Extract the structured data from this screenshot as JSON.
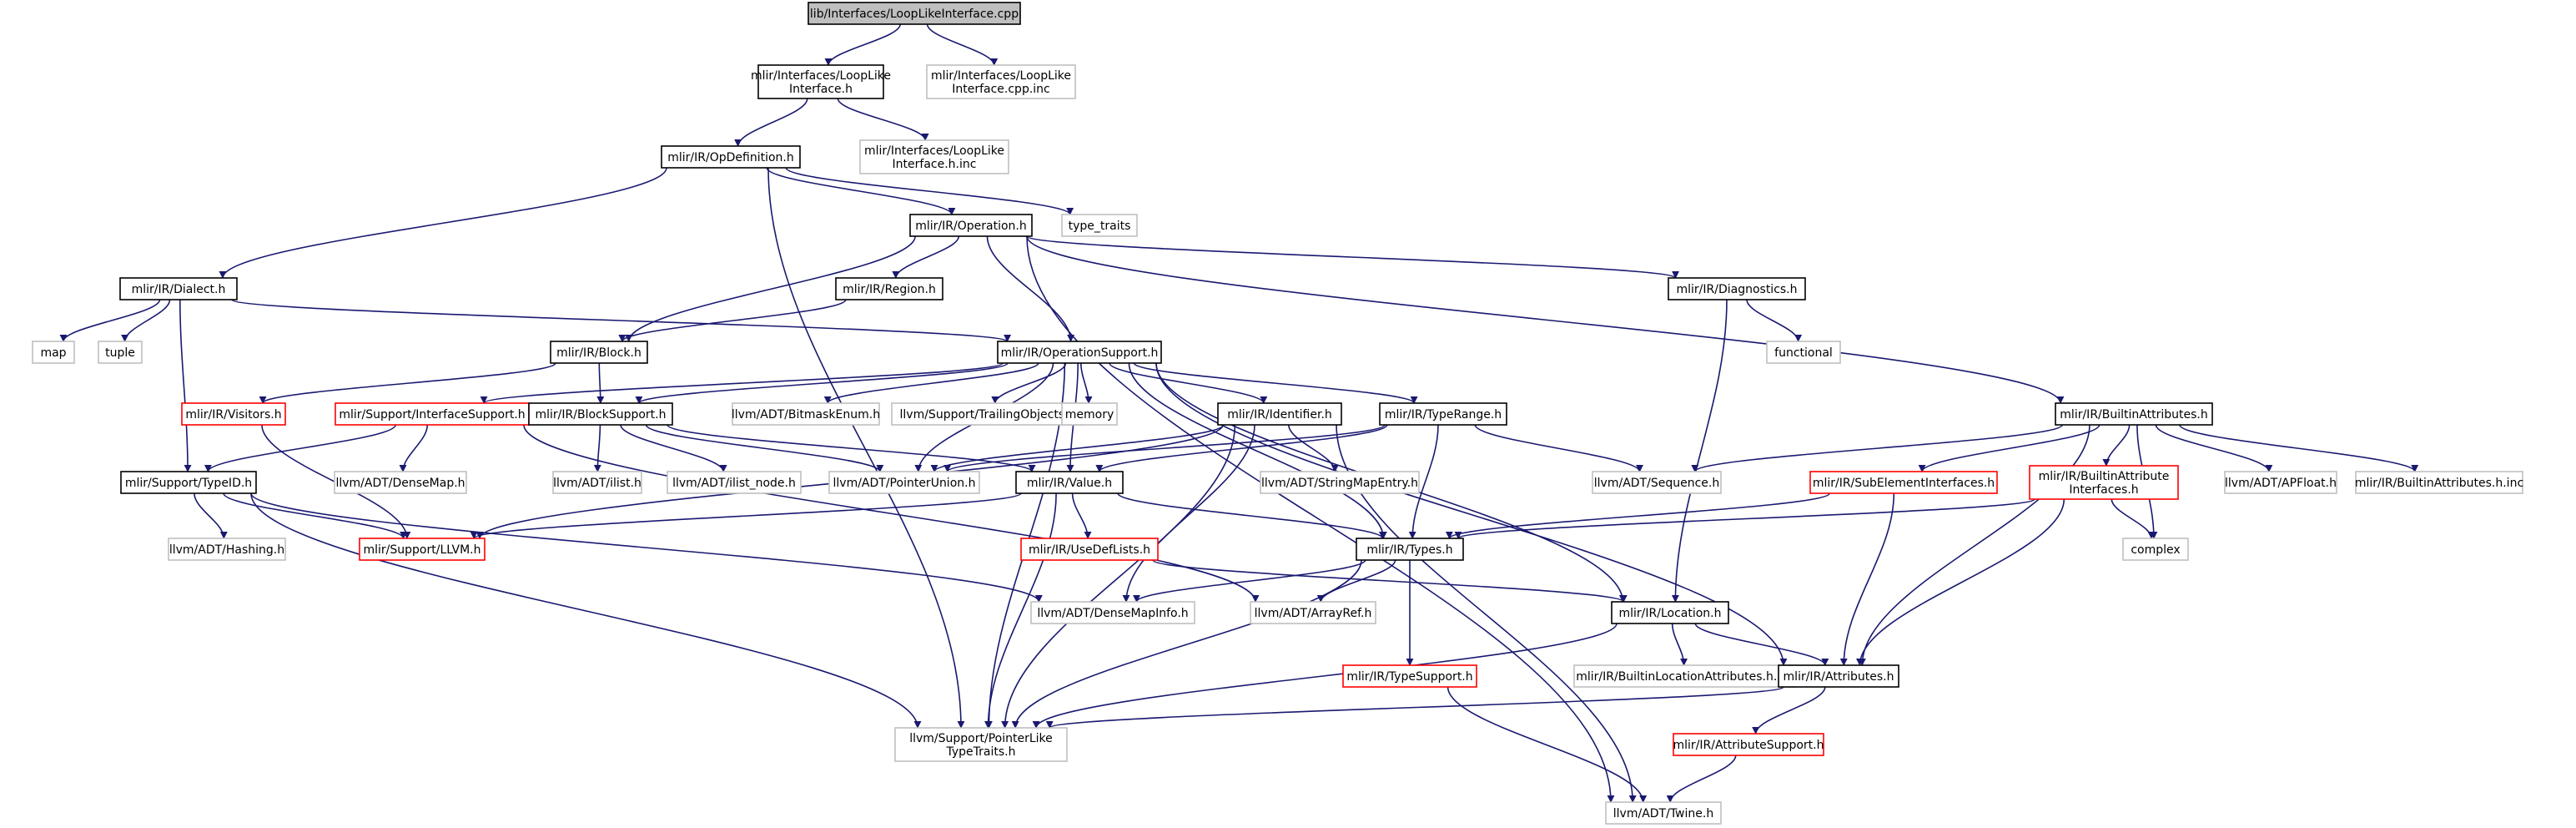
{
  "colors": {
    "edge": "#191970",
    "root_fill": "#bfbfbf",
    "documented_border": "#000000",
    "truncated_border": "#ff0000",
    "external_border": "#bfbfbf"
  },
  "nodes": [
    {
      "id": "n0",
      "label": [
        "lib/Interfaces/LoopLikeInterface.cpp"
      ],
      "kind": "root"
    },
    {
      "id": "n1",
      "label": [
        "mlir/Interfaces/LoopLike",
        "Interface.h"
      ],
      "kind": "doc"
    },
    {
      "id": "n2",
      "label": [
        "mlir/Interfaces/LoopLike",
        "Interface.cpp.inc"
      ],
      "kind": "ext"
    },
    {
      "id": "n3",
      "label": [
        "mlir/IR/OpDefinition.h"
      ],
      "kind": "doc"
    },
    {
      "id": "n4",
      "label": [
        "mlir/Interfaces/LoopLike",
        "Interface.h.inc"
      ],
      "kind": "ext"
    },
    {
      "id": "n5",
      "label": [
        "mlir/IR/Operation.h"
      ],
      "kind": "doc"
    },
    {
      "id": "n6",
      "label": [
        "type_traits"
      ],
      "kind": "ext"
    },
    {
      "id": "n7",
      "label": [
        "mlir/IR/Dialect.h"
      ],
      "kind": "doc"
    },
    {
      "id": "n8",
      "label": [
        "mlir/IR/Region.h"
      ],
      "kind": "doc"
    },
    {
      "id": "n9",
      "label": [
        "mlir/IR/Diagnostics.h"
      ],
      "kind": "doc"
    },
    {
      "id": "n10",
      "label": [
        "map"
      ],
      "kind": "ext"
    },
    {
      "id": "n11",
      "label": [
        "tuple"
      ],
      "kind": "ext"
    },
    {
      "id": "n12",
      "label": [
        "mlir/IR/Block.h"
      ],
      "kind": "doc"
    },
    {
      "id": "n13",
      "label": [
        "mlir/IR/OperationSupport.h"
      ],
      "kind": "doc"
    },
    {
      "id": "n14",
      "label": [
        "functional"
      ],
      "kind": "ext"
    },
    {
      "id": "n15",
      "label": [
        "mlir/IR/BuiltinAttributes.h"
      ],
      "kind": "doc"
    },
    {
      "id": "n16",
      "label": [
        "mlir/IR/Visitors.h"
      ],
      "kind": "red"
    },
    {
      "id": "n17",
      "label": [
        "mlir/Support/InterfaceSupport.h"
      ],
      "kind": "red"
    },
    {
      "id": "n18",
      "label": [
        "mlir/IR/BlockSupport.h"
      ],
      "kind": "doc"
    },
    {
      "id": "n19",
      "label": [
        "llvm/ADT/BitmaskEnum.h"
      ],
      "kind": "ext"
    },
    {
      "id": "n20",
      "label": [
        "llvm/Support/TrailingObjects.h"
      ],
      "kind": "ext"
    },
    {
      "id": "n21",
      "label": [
        "memory"
      ],
      "kind": "ext"
    },
    {
      "id": "n22",
      "label": [
        "mlir/IR/Identifier.h"
      ],
      "kind": "doc"
    },
    {
      "id": "n23",
      "label": [
        "mlir/IR/TypeRange.h"
      ],
      "kind": "doc"
    },
    {
      "id": "n24",
      "label": [
        "mlir/Support/TypeID.h"
      ],
      "kind": "doc"
    },
    {
      "id": "n25",
      "label": [
        "llvm/ADT/DenseMap.h"
      ],
      "kind": "ext"
    },
    {
      "id": "n26",
      "label": [
        "llvm/ADT/ilist.h"
      ],
      "kind": "ext"
    },
    {
      "id": "n27",
      "label": [
        "llvm/ADT/ilist_node.h"
      ],
      "kind": "ext"
    },
    {
      "id": "n28",
      "label": [
        "llvm/ADT/PointerUnion.h"
      ],
      "kind": "ext"
    },
    {
      "id": "n29",
      "label": [
        "llvm/ADT/StringMapEntry.h"
      ],
      "kind": "ext"
    },
    {
      "id": "n30",
      "label": [
        "mlir/IR/Value.h"
      ],
      "kind": "doc"
    },
    {
      "id": "n31",
      "label": [
        "llvm/ADT/Sequence.h"
      ],
      "kind": "ext"
    },
    {
      "id": "n32",
      "label": [
        "mlir/IR/SubElementInterfaces.h"
      ],
      "kind": "red"
    },
    {
      "id": "n33",
      "label": [
        "mlir/IR/BuiltinAttribute",
        "Interfaces.h"
      ],
      "kind": "red"
    },
    {
      "id": "n34",
      "label": [
        "llvm/ADT/APFloat.h"
      ],
      "kind": "ext"
    },
    {
      "id": "n35",
      "label": [
        "mlir/IR/BuiltinAttributes.h.inc"
      ],
      "kind": "ext"
    },
    {
      "id": "n36",
      "label": [
        "llvm/ADT/Hashing.h"
      ],
      "kind": "ext"
    },
    {
      "id": "n37",
      "label": [
        "mlir/Support/LLVM.h"
      ],
      "kind": "red"
    },
    {
      "id": "n38",
      "label": [
        "mlir/IR/UseDefLists.h"
      ],
      "kind": "red"
    },
    {
      "id": "n39",
      "label": [
        "mlir/IR/Types.h"
      ],
      "kind": "doc"
    },
    {
      "id": "n40",
      "label": [
        "complex"
      ],
      "kind": "ext"
    },
    {
      "id": "n41",
      "label": [
        "llvm/ADT/DenseMapInfo.h"
      ],
      "kind": "ext"
    },
    {
      "id": "n42",
      "label": [
        "llvm/ADT/ArrayRef.h"
      ],
      "kind": "ext"
    },
    {
      "id": "n43",
      "label": [
        "mlir/IR/Location.h"
      ],
      "kind": "doc"
    },
    {
      "id": "n44",
      "label": [
        "mlir/IR/TypeSupport.h"
      ],
      "kind": "red"
    },
    {
      "id": "n45",
      "label": [
        "mlir/IR/BuiltinLocationAttributes.h.inc"
      ],
      "kind": "ext"
    },
    {
      "id": "n46",
      "label": [
        "mlir/IR/Attributes.h"
      ],
      "kind": "doc"
    },
    {
      "id": "n47",
      "label": [
        "llvm/Support/PointerLike",
        "TypeTraits.h"
      ],
      "kind": "ext"
    },
    {
      "id": "n48",
      "label": [
        "mlir/IR/AttributeSupport.h"
      ],
      "kind": "red"
    },
    {
      "id": "n49",
      "label": [
        "llvm/ADT/Twine.h"
      ],
      "kind": "ext"
    }
  ],
  "edges": [
    [
      "n0",
      "n1"
    ],
    [
      "n0",
      "n2"
    ],
    [
      "n1",
      "n3"
    ],
    [
      "n1",
      "n4"
    ],
    [
      "n3",
      "n5"
    ],
    [
      "n3",
      "n6"
    ],
    [
      "n3",
      "n7"
    ],
    [
      "n3",
      "n47"
    ],
    [
      "n5",
      "n8"
    ],
    [
      "n5",
      "n12"
    ],
    [
      "n5",
      "n13"
    ],
    [
      "n5",
      "n9"
    ],
    [
      "n5",
      "n15"
    ],
    [
      "n5",
      "n49"
    ],
    [
      "n7",
      "n10"
    ],
    [
      "n7",
      "n11"
    ],
    [
      "n7",
      "n24"
    ],
    [
      "n7",
      "n13"
    ],
    [
      "n8",
      "n12"
    ],
    [
      "n12",
      "n16"
    ],
    [
      "n12",
      "n18"
    ],
    [
      "n9",
      "n14"
    ],
    [
      "n9",
      "n43"
    ],
    [
      "n13",
      "n17"
    ],
    [
      "n13",
      "n18"
    ],
    [
      "n13",
      "n19"
    ],
    [
      "n13",
      "n20"
    ],
    [
      "n13",
      "n21"
    ],
    [
      "n13",
      "n22"
    ],
    [
      "n13",
      "n23"
    ],
    [
      "n13",
      "n28"
    ],
    [
      "n13",
      "n30"
    ],
    [
      "n13",
      "n39"
    ],
    [
      "n13",
      "n43"
    ],
    [
      "n13",
      "n46"
    ],
    [
      "n13",
      "n47"
    ],
    [
      "n16",
      "n37"
    ],
    [
      "n17",
      "n24"
    ],
    [
      "n17",
      "n25"
    ],
    [
      "n17",
      "n42"
    ],
    [
      "n18",
      "n26"
    ],
    [
      "n18",
      "n27"
    ],
    [
      "n18",
      "n28"
    ],
    [
      "n18",
      "n30"
    ],
    [
      "n22",
      "n28"
    ],
    [
      "n22",
      "n29"
    ],
    [
      "n22",
      "n37"
    ],
    [
      "n22",
      "n41"
    ],
    [
      "n22",
      "n47"
    ],
    [
      "n22",
      "n49"
    ],
    [
      "n23",
      "n28"
    ],
    [
      "n23",
      "n30"
    ],
    [
      "n23",
      "n31"
    ],
    [
      "n23",
      "n39"
    ],
    [
      "n24",
      "n36"
    ],
    [
      "n24",
      "n37"
    ],
    [
      "n24",
      "n41"
    ],
    [
      "n24",
      "n47"
    ],
    [
      "n30",
      "n37"
    ],
    [
      "n30",
      "n38"
    ],
    [
      "n30",
      "n39"
    ],
    [
      "n30",
      "n47"
    ],
    [
      "n38",
      "n43"
    ],
    [
      "n15",
      "n31"
    ],
    [
      "n15",
      "n32"
    ],
    [
      "n15",
      "n33"
    ],
    [
      "n15",
      "n34"
    ],
    [
      "n15",
      "n35"
    ],
    [
      "n15",
      "n40"
    ],
    [
      "n15",
      "n46"
    ],
    [
      "n32",
      "n39"
    ],
    [
      "n32",
      "n46"
    ],
    [
      "n33",
      "n39"
    ],
    [
      "n33",
      "n46"
    ],
    [
      "n33",
      "n40"
    ],
    [
      "n39",
      "n41"
    ],
    [
      "n39",
      "n42"
    ],
    [
      "n39",
      "n44"
    ],
    [
      "n39",
      "n47"
    ],
    [
      "n43",
      "n45"
    ],
    [
      "n43",
      "n46"
    ],
    [
      "n43",
      "n47"
    ],
    [
      "n44",
      "n49"
    ],
    [
      "n46",
      "n47"
    ],
    [
      "n46",
      "n48"
    ],
    [
      "n48",
      "n49"
    ]
  ]
}
